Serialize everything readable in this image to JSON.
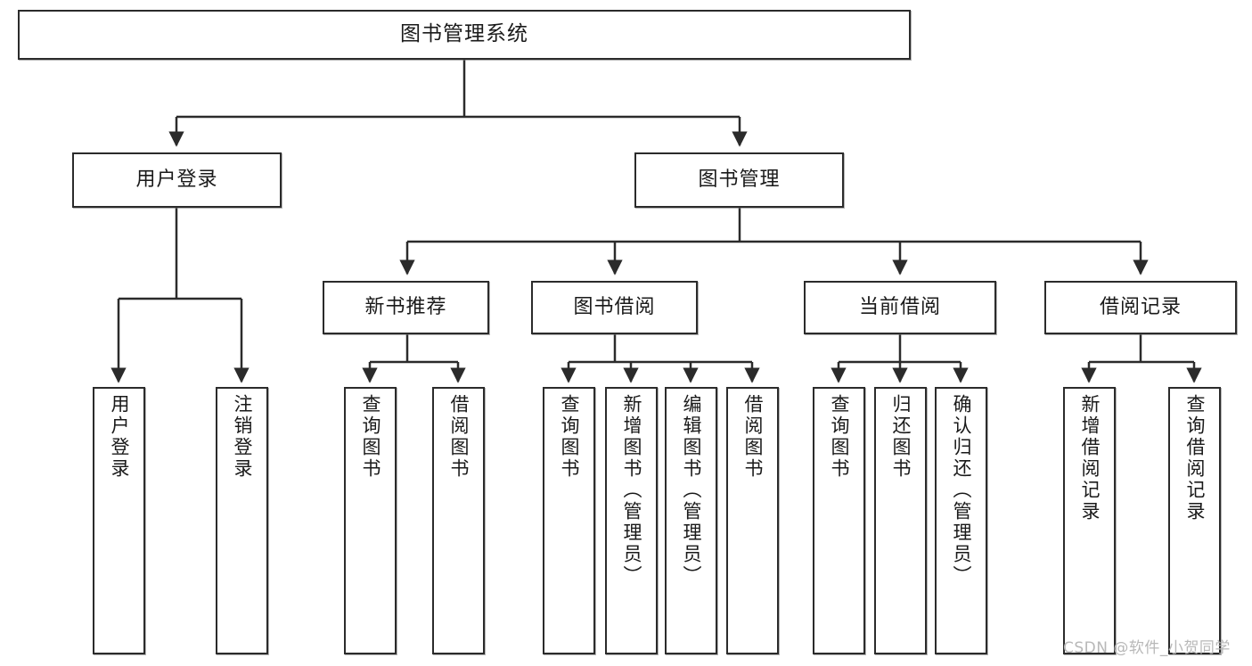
{
  "diagram": {
    "title": "图书管理系统",
    "root": {
      "label": "图书管理系统"
    },
    "level2": [
      {
        "label": "用户登录"
      },
      {
        "label": "图书管理"
      }
    ],
    "level3": [
      {
        "label": "新书推荐"
      },
      {
        "label": "图书借阅"
      },
      {
        "label": "当前借阅"
      },
      {
        "label": "借阅记录"
      }
    ],
    "leaves": {
      "user_login": [
        {
          "label": "用户登录"
        },
        {
          "label": "注销登录"
        }
      ],
      "new_book_recommend": [
        {
          "label": "查询图书"
        },
        {
          "label": "借阅图书"
        }
      ],
      "book_borrow": [
        {
          "label": "查询图书"
        },
        {
          "label": "新增图书（管理员）"
        },
        {
          "label": "编辑图书（管理员）"
        },
        {
          "label": "借阅图书"
        }
      ],
      "current_borrow": [
        {
          "label": "查询图书"
        },
        {
          "label": "归还图书"
        },
        {
          "label": "确认归还（管理员）"
        }
      ],
      "borrow_record": [
        {
          "label": "新增借阅记录"
        },
        {
          "label": "查询借阅记录"
        }
      ]
    }
  },
  "watermark": {
    "text": "CSDN @软件_小贺同学"
  },
  "colors": {
    "stroke": "#2b2b2b",
    "fill": "#ffffff",
    "text": "#1a1a1a",
    "watermark": "#b8b8b8"
  }
}
